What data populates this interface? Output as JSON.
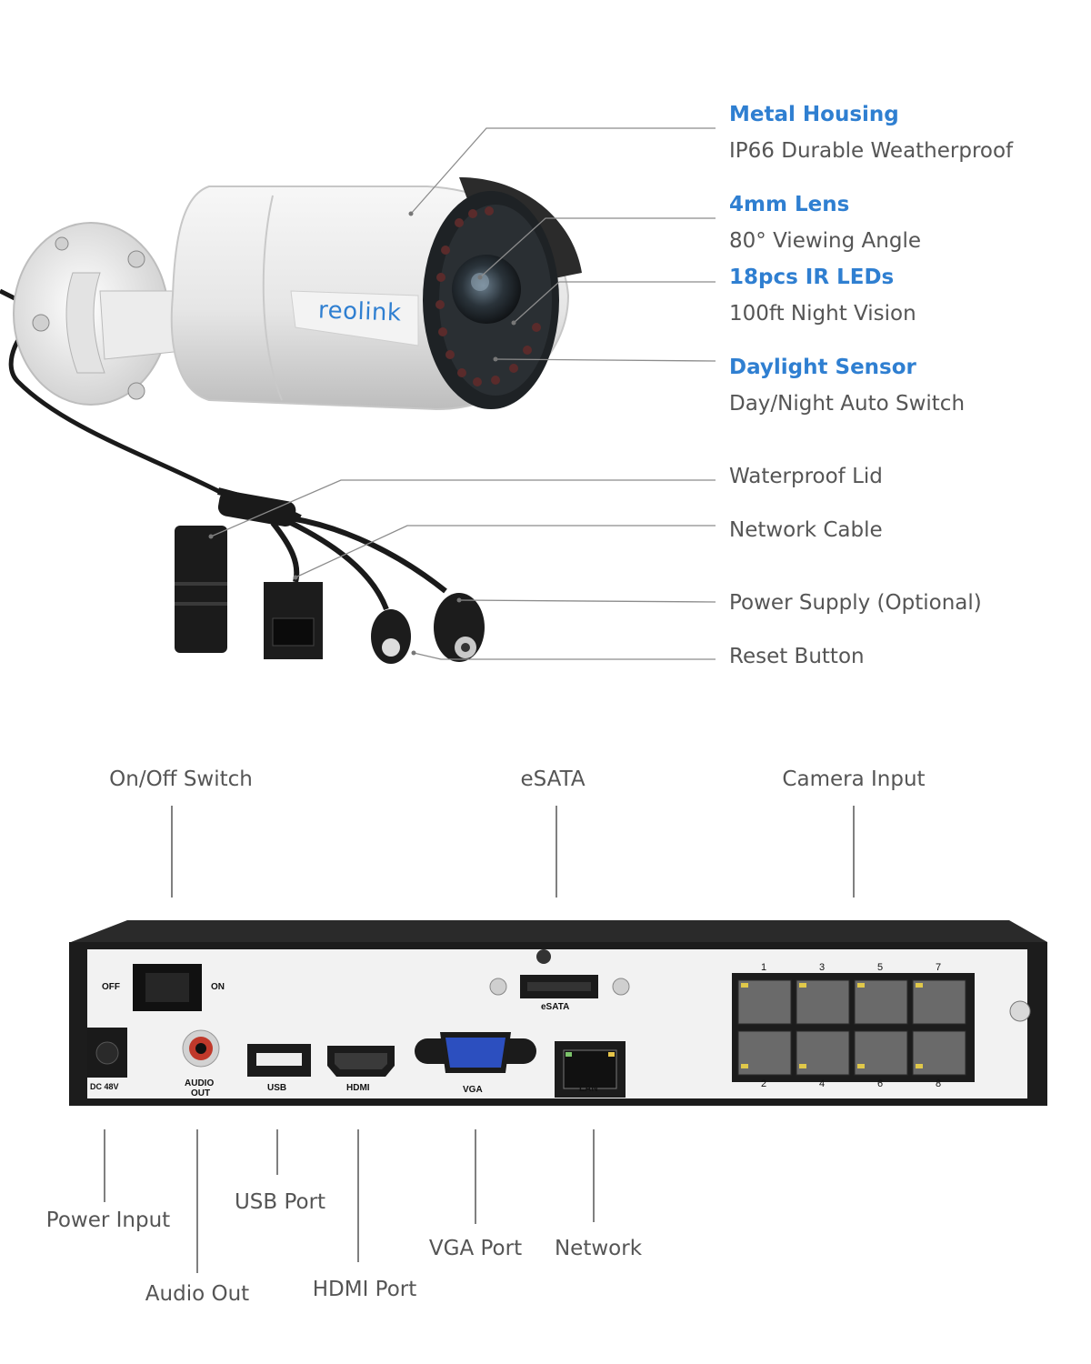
{
  "camera": {
    "brand": "reolink",
    "features": [
      {
        "title": "Metal Housing",
        "desc": "IP66 Durable Weatherproof"
      },
      {
        "title": "4mm Lens",
        "desc": "80° Viewing Angle"
      },
      {
        "title": "18pcs IR LEDs",
        "desc": "100ft Night Vision"
      },
      {
        "title": "Daylight Sensor",
        "desc": "Day/Night Auto Switch"
      }
    ],
    "parts": [
      "Waterproof Lid",
      "Network Cable",
      "Power Supply (Optional)",
      "Reset Button"
    ]
  },
  "nvr": {
    "top_labels": [
      "On/Off Switch",
      "eSATA",
      "Camera Input"
    ],
    "bottom_labels": [
      "Power Input",
      "Audio Out",
      "USB Port",
      "HDMI Port",
      "VGA Port",
      "Network"
    ],
    "panel": {
      "off": "OFF",
      "on": "ON",
      "dc": "DC 48V",
      "audio_line1": "AUDIO",
      "audio_line2": "OUT",
      "usb": "USB",
      "hdmi": "HDMI",
      "vga": "VGA",
      "lan": "LAN",
      "esata": "eSATA",
      "port_numbers_top": [
        "1",
        "3",
        "5",
        "7"
      ],
      "port_numbers_bottom": [
        "2",
        "4",
        "6",
        "8"
      ]
    }
  },
  "colors": {
    "accent": "#2f7fd1",
    "label_gray": "#555555",
    "nvr_body": "#1c1c1c",
    "nvr_panel": "#f2f2f2"
  }
}
